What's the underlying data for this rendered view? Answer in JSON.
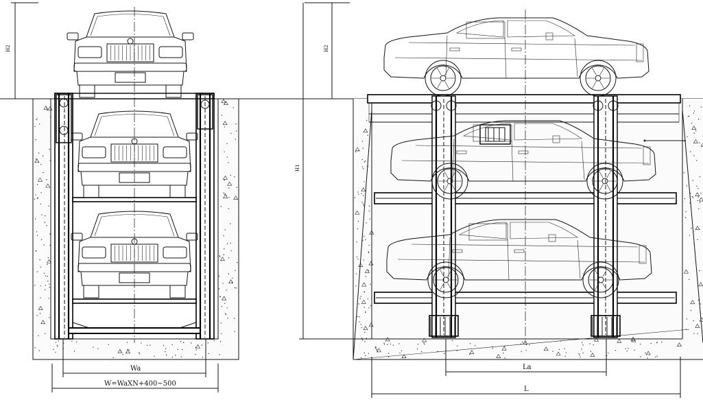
{
  "diagram": {
    "front_view": {
      "dimension_top_height": "H2",
      "dimension_inner_width": "Wa",
      "dimension_total_width": "W=WaXN+400~500"
    },
    "side_view": {
      "dimension_top_height": "H2",
      "dimension_pit_depth": "H1",
      "dimension_inner_length": "La",
      "dimension_total_length": "L"
    }
  }
}
